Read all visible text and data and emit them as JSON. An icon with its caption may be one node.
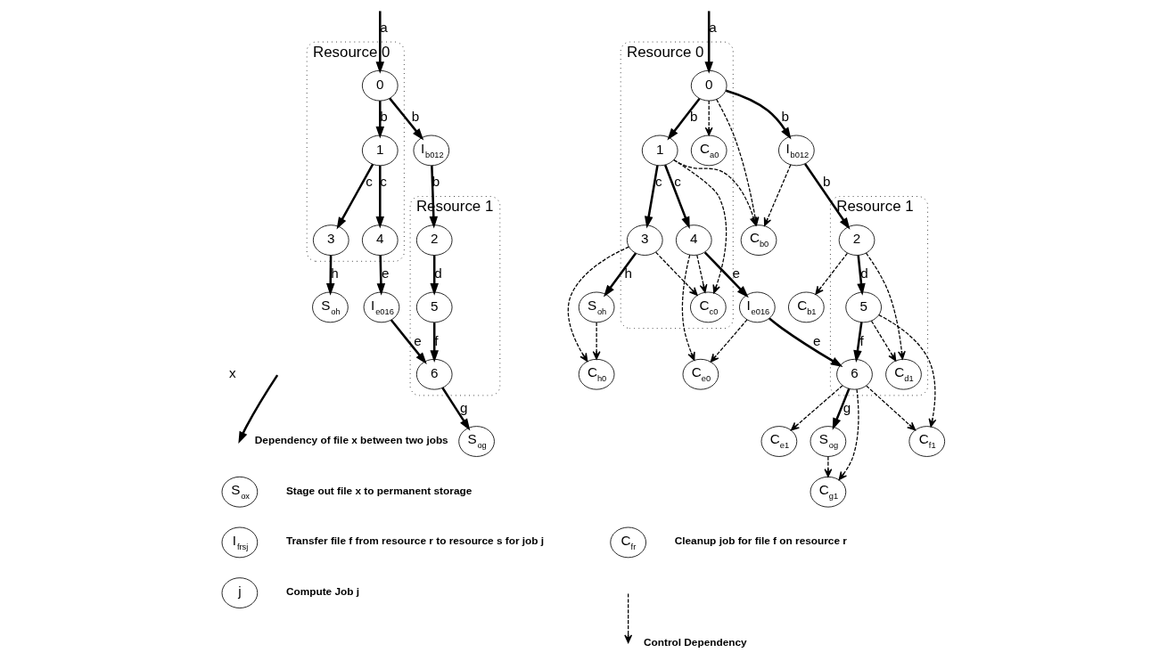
{
  "diagram": {
    "nodes": [
      {
        "text": [
          "Resource 0"
        ]
      },
      {
        "text": [
          "0"
        ],
        "in": 0
      },
      {
        "text": [
          "1"
        ],
        "in": 0
      },
      {
        "text": [
          "3"
        ],
        "in": 0
      },
      {
        "text": [
          "4"
        ],
        "in": 0
      },
      {
        "text": [
          "I$_{b012}$"
        ]
      },
      {
        "text": [
          "Resource 1"
        ]
      },
      {
        "text": [
          "2"
        ],
        "in": 6
      },
      {
        "text": [
          "5"
        ],
        "in": 6
      },
      {
        "text": [
          "I$_{e016}$"
        ]
      },
      {
        "text": [
          "6"
        ],
        "in": 6
      },
      {
        "text": [
          "S$_{oh}$"
        ]
      },
      {
        "text": [
          "S$_{og}$"
        ]
      },
      {
        "text": [
          "S$_{ox}$"
        ],
        "beside": [
          "Stage out file x to permanent storage"
        ]
      },
      {
        "text": [
          "I$_{frsj}$"
        ],
        "beside": [
          "Transfer file f from resource r to resource s for job j"
        ]
      },
      {
        "text": [
          "j"
        ],
        "beside": [
          "Compute Job j"
        ]
      },
      {
        "text": [
          "Resource 0"
        ]
      },
      {
        "text": [
          "0"
        ],
        "in": 16
      },
      {
        "text": [
          "1"
        ],
        "in": 16
      },
      {
        "text": [
          "C$_{a0}$"
        ],
        "in": 16
      },
      {
        "text": [
          "3"
        ],
        "in": 16
      },
      {
        "text": [
          "4"
        ],
        "in": 16
      },
      {
        "text": [
          "C$_{c0}$"
        ],
        "in": 16
      },
      {
        "text": [
          "I$_{b012}$"
        ]
      },
      {
        "text": [
          "C$_{b0}$"
        ]
      },
      {
        "text": [
          "Resource 1"
        ]
      },
      {
        "text": [
          "2"
        ],
        "in": 25
      },
      {
        "text": [
          "5"
        ],
        "in": 25
      },
      {
        "text": [
          "C$_{d1}$"
        ],
        "in": 25
      },
      {
        "text": [
          "6"
        ],
        "in": 25
      },
      {
        "text": [
          "C$_{b1}$"
        ]
      },
      {
        "text": [
          "S$_{oh}$"
        ]
      },
      {
        "text": [
          "C$_{h0}$"
        ]
      },
      {
        "text": [
          "I$_{e016}$"
        ]
      },
      {
        "text": [
          "C$_{e0}$"
        ]
      },
      {
        "text": [
          "C$_{f1}$"
        ]
      },
      {
        "text": [
          "S$_{og}$"
        ]
      },
      {
        "text": [
          "C$_{e1}$"
        ]
      },
      {
        "text": [
          "C$_{g1}$"
        ]
      },
      {
        "text": [
          "C$_{fr}$"
        ],
        "beside": [
          "Cleanup job for file f on resource r"
        ]
      }
    ],
    "edges": [
      {
        "from": null,
        "to": 1,
        "arrow": "to",
        "label": "a"
      },
      {
        "from": 1,
        "to": 2,
        "arrow": "to",
        "label": "b"
      },
      {
        "from": 1,
        "to": 5,
        "arrow": "to",
        "label": "b"
      },
      {
        "from": 2,
        "to": 3,
        "arrow": "to",
        "label": "c"
      },
      {
        "from": 2,
        "to": 4,
        "arrow": "to",
        "label": "c"
      },
      {
        "from": 3,
        "to": 11,
        "arrow": "to",
        "label": "h"
      },
      {
        "from": 4,
        "to": 9,
        "arrow": "to",
        "label": "e"
      },
      {
        "from": 5,
        "to": 7,
        "arrow": "to",
        "label": "b"
      },
      {
        "from": 7,
        "to": 8,
        "arrow": "to",
        "label": "d"
      },
      {
        "from": 8,
        "to": 10,
        "arrow": "to",
        "label": "f"
      },
      {
        "from": 9,
        "to": 10,
        "arrow": "to",
        "label": "e"
      },
      {
        "from": 10,
        "to": 12,
        "arrow": "to",
        "label": "g"
      },
      {
        "from": null,
        "to": 17,
        "arrow": "to",
        "label": "a"
      },
      {
        "from": 17,
        "to": 18,
        "arrow": "to",
        "label": "b"
      },
      {
        "from": 17,
        "to": 23,
        "arrow": "to",
        "label": "b"
      },
      {
        "from": 18,
        "to": 20,
        "arrow": "to",
        "label": "c"
      },
      {
        "from": 18,
        "to": 21,
        "arrow": "to",
        "label": "c"
      },
      {
        "from": 20,
        "to": 31,
        "arrow": "to",
        "label": "h"
      },
      {
        "from": 21,
        "to": 33,
        "arrow": "to",
        "label": "e"
      },
      {
        "from": 23,
        "to": 26,
        "arrow": "to",
        "label": "b"
      },
      {
        "from": 26,
        "to": 27,
        "arrow": "to",
        "label": "d"
      },
      {
        "from": 27,
        "to": 29,
        "arrow": "to",
        "label": "f"
      },
      {
        "from": 33,
        "to": 29,
        "arrow": "to",
        "label": "e"
      },
      {
        "from": 29,
        "to": 36,
        "arrow": "to",
        "label": "g"
      },
      {
        "from": 17,
        "to": 19,
        "arrow": "to",
        "style": "dashed"
      },
      {
        "from": 17,
        "to": 24,
        "arrow": "to",
        "style": "dashed"
      },
      {
        "from": 18,
        "to": 24,
        "arrow": "to",
        "style": "dashed"
      },
      {
        "from": 18,
        "to": 22,
        "arrow": "to",
        "style": "dashed"
      },
      {
        "from": 20,
        "to": 22,
        "arrow": "to",
        "style": "dashed"
      },
      {
        "from": 21,
        "to": 22,
        "arrow": "to",
        "style": "dashed"
      },
      {
        "from": 23,
        "to": 24,
        "arrow": "to",
        "style": "dashed"
      },
      {
        "from": 20,
        "to": 32,
        "arrow": "to",
        "style": "dashed"
      },
      {
        "from": 31,
        "to": 32,
        "arrow": "to",
        "style": "dashed"
      },
      {
        "from": 21,
        "to": 34,
        "arrow": "to",
        "style": "dashed"
      },
      {
        "from": 33,
        "to": 34,
        "arrow": "to",
        "style": "dashed"
      },
      {
        "from": 26,
        "to": 30,
        "arrow": "to",
        "style": "dashed"
      },
      {
        "from": 26,
        "to": 28,
        "arrow": "to",
        "style": "dashed"
      },
      {
        "from": 27,
        "to": 28,
        "arrow": "to",
        "style": "dashed"
      },
      {
        "from": 27,
        "to": 35,
        "arrow": "to",
        "style": "dashed"
      },
      {
        "from": 29,
        "to": 35,
        "arrow": "to",
        "style": "dashed"
      },
      {
        "from": 29,
        "to": 37,
        "arrow": "to",
        "style": "dashed"
      },
      {
        "from": 29,
        "to": 38,
        "arrow": "to",
        "style": "dashed"
      },
      {
        "from": 36,
        "to": 38,
        "arrow": "to",
        "style": "dashed"
      }
    ],
    "labels": [
      "x"
    ],
    "legend": [
      {
        "text": "Dependency of file x between two jobs"
      },
      {
        "text": "Control Dependency"
      }
    ]
  }
}
